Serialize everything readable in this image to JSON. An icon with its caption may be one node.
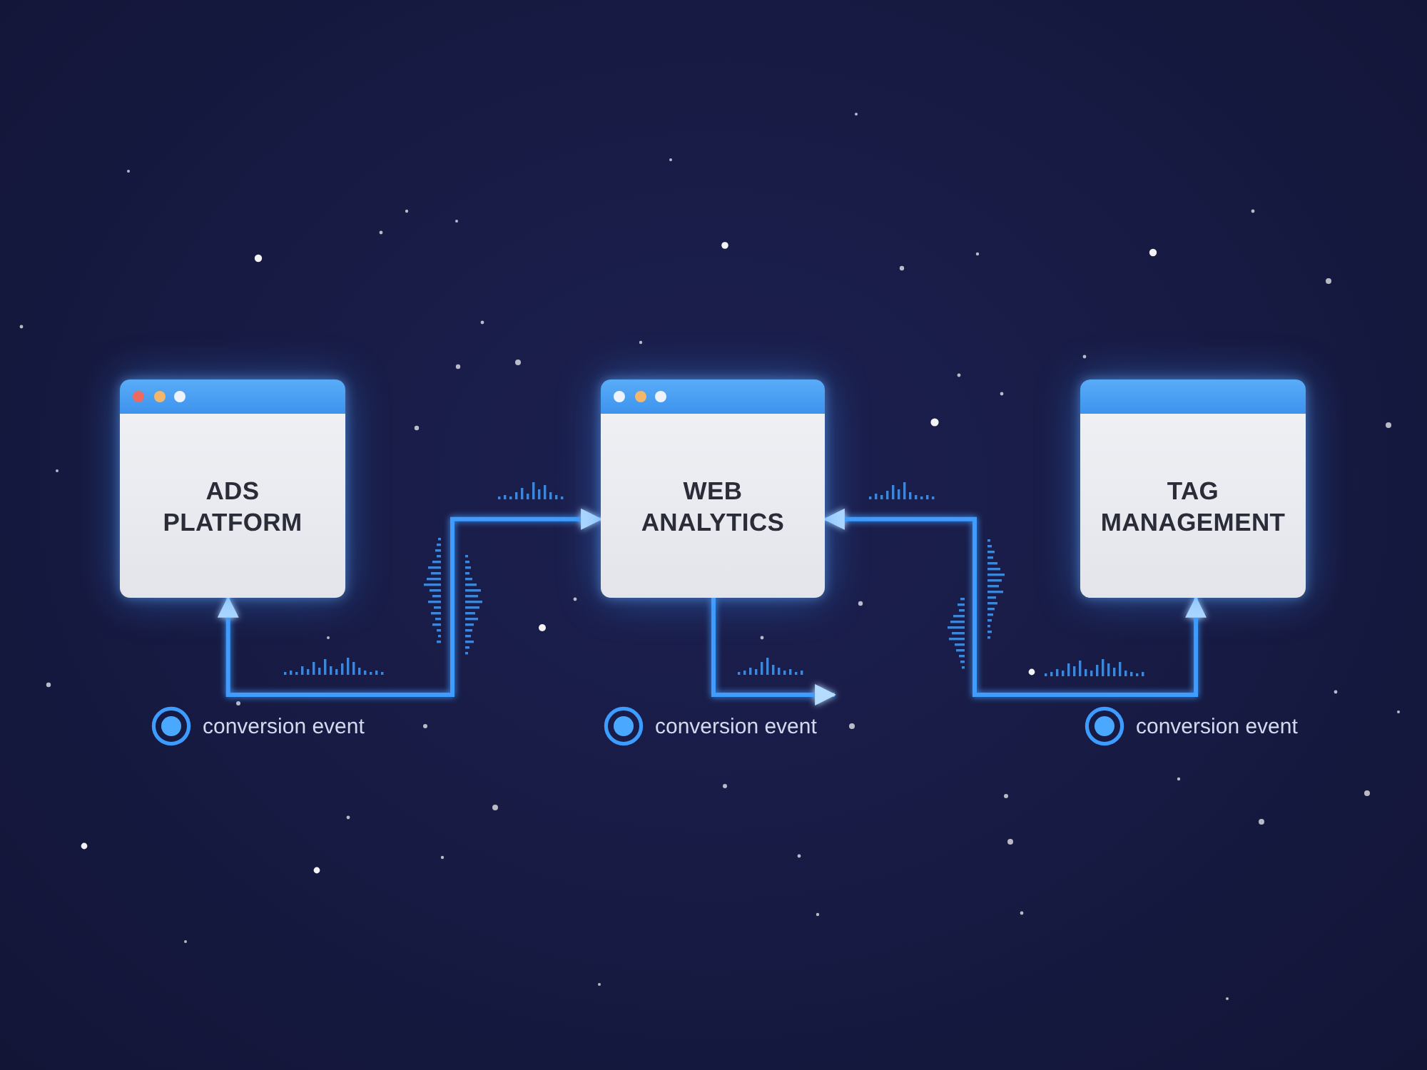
{
  "diagram": {
    "nodes": [
      {
        "text": [
          "ADS PLATFORM"
        ]
      },
      {
        "text": [
          "WEB ANALYTICS"
        ]
      },
      {
        "text": [
          "TAG MANAGEMENT"
        ]
      }
    ],
    "edges": [
      {
        "from": 0,
        "to": 1,
        "arrow": "both"
      },
      {
        "from": 2,
        "to": 1,
        "arrow": "both"
      },
      {
        "from": 1,
        "to": null,
        "arrow": "to"
      }
    ],
    "labels": [
      "conversion event",
      "conversion event",
      "conversion event"
    ]
  }
}
